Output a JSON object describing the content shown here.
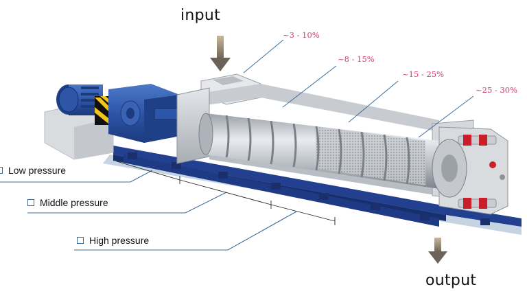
{
  "labels": {
    "input": "input",
    "output": "output"
  },
  "percentages": [
    {
      "text": "~3 - 10%"
    },
    {
      "text": "~8 - 15%"
    },
    {
      "text": "~15 - 25%"
    },
    {
      "text": "~25 - 30%"
    }
  ],
  "pressure_zones": [
    {
      "label": "Low pressure"
    },
    {
      "label": "Middle pressure"
    },
    {
      "label": "High pressure"
    }
  ],
  "colors": {
    "pct_text": "#d63a6e",
    "frame_blue": "#233f8f",
    "motor_blue": "#2d55a8",
    "housing_grey": "#cfd3d8",
    "leader_line": "#3b6c9e"
  }
}
